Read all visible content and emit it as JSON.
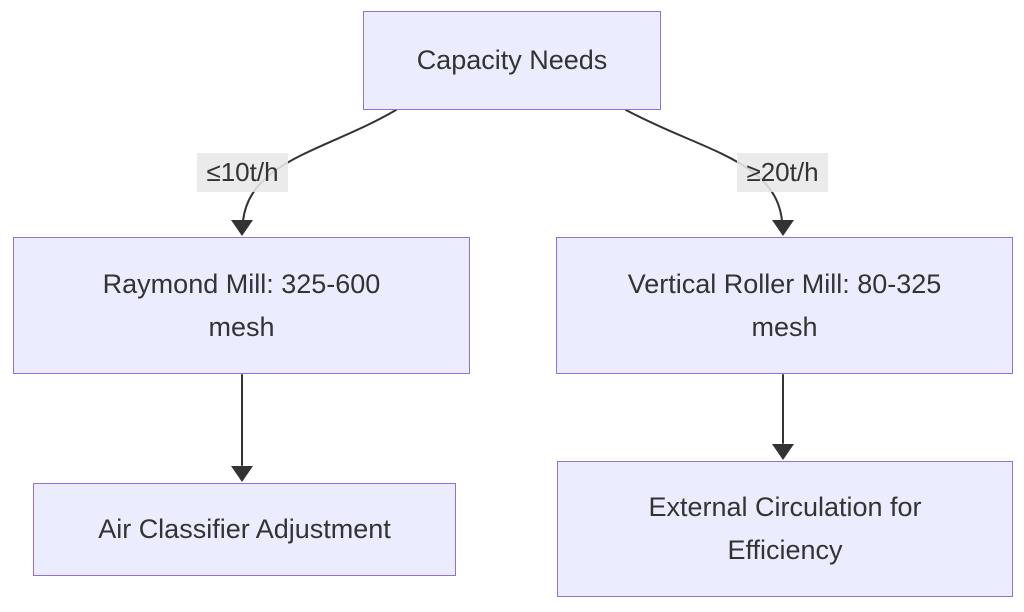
{
  "diagram": {
    "type": "flowchart",
    "direction": "top-down",
    "colors": {
      "background": "#ffffff",
      "node_fill": "#ececff",
      "node_border": "#9370db",
      "edge_line": "#333333",
      "edge_label_bg": "#e8e8e8",
      "text": "#333333"
    },
    "nodes": [
      {
        "id": "capacity-needs",
        "label": "Capacity Needs"
      },
      {
        "id": "raymond-mill",
        "label": "Raymond Mill: 325-600\nmesh"
      },
      {
        "id": "vertical-roller-mill",
        "label": "Vertical Roller Mill: 80-325\nmesh"
      },
      {
        "id": "air-classifier",
        "label": "Air Classifier Adjustment"
      },
      {
        "id": "external-circulation",
        "label": "External Circulation for\nEfficiency"
      }
    ],
    "edges": [
      {
        "from": "capacity-needs",
        "to": "raymond-mill",
        "label": "≤10t/h"
      },
      {
        "from": "capacity-needs",
        "to": "vertical-roller-mill",
        "label": "≥20t/h"
      },
      {
        "from": "raymond-mill",
        "to": "air-classifier",
        "label": ""
      },
      {
        "from": "vertical-roller-mill",
        "to": "external-circulation",
        "label": ""
      }
    ]
  }
}
